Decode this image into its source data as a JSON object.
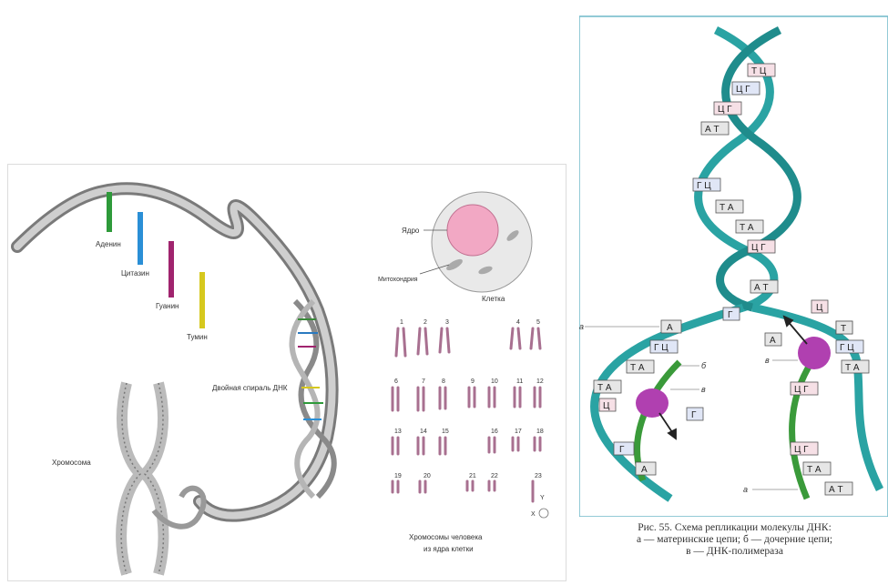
{
  "left_diagram": {
    "bases": [
      "Аденин",
      "Цитазин",
      "Гуанин",
      "Тумин"
    ],
    "base_colors": [
      "#2e9a3a",
      "#2a8fd6",
      "#a0246e",
      "#d6c81e"
    ],
    "dna_label": "Двойная спираль ДНК",
    "chromosome_label": "Хромосома",
    "cell": {
      "nucleus_label": "Ядро",
      "mitochondria_label": "Митохондрия",
      "cell_label": "Клетка"
    },
    "karyotype": {
      "row1": [
        "1",
        "2",
        "3",
        "4",
        "5"
      ],
      "row2": [
        "6",
        "7",
        "8",
        "9",
        "10",
        "11",
        "12"
      ],
      "row3": [
        "13",
        "14",
        "15",
        "16",
        "17",
        "18"
      ],
      "row4": [
        "19",
        "20",
        "21",
        "22",
        "23"
      ],
      "sex_labels": [
        "Y",
        "X"
      ],
      "caption_line1": "Хромосомы человека",
      "caption_line2": "из ядра клетки"
    }
  },
  "right_diagram": {
    "pairs_top": [
      "Т Ц",
      "Ц Г",
      "Ц Г",
      "А Т",
      "Г Ц",
      "Т А",
      "Т А",
      "Ц Г",
      "А Т"
    ],
    "free_nucleotides": [
      "Г",
      "Ц",
      "А",
      "Т",
      "Г"
    ],
    "left_fork_pairs": [
      "А",
      "Г Ц",
      "Т А",
      "Т А",
      "Ц",
      "Г",
      "А"
    ],
    "right_fork_pairs": [
      "Т",
      "Г Ц",
      "Т А",
      "Ц Г",
      "Ц Г",
      "Т А",
      "А Т"
    ],
    "labels": {
      "a": "а",
      "b": "б",
      "v": "в"
    },
    "caption_line1": "Рис. 55. Схема репликации молекулы ДНК:",
    "caption_line2": "а — материнские цепи; б — дочерние цепи;",
    "caption_line3": "в — ДНК-полимераза",
    "colors": {
      "strand": "#2aa3a3",
      "daughter": "#3a9a3a",
      "polymerase": "#b040b0"
    }
  }
}
